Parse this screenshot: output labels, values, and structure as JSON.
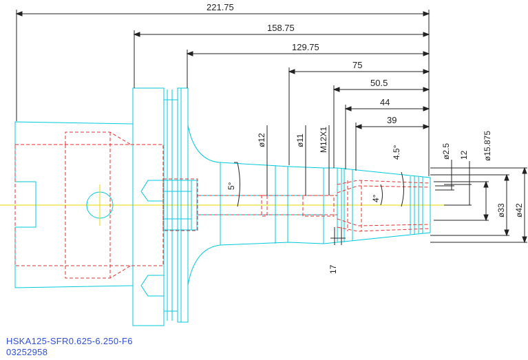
{
  "colors": {
    "outline": "#00c8dc",
    "hidden": "#e03030",
    "centerline": "#e6d800",
    "dimension": "#222222",
    "caption": "#2f4fd6"
  },
  "dimensions": {
    "d221": "221.75",
    "d158": "158.75",
    "d129": "129.75",
    "d75": "75",
    "d50": "50.5",
    "d44": "44",
    "d39": "39",
    "d17": "17"
  },
  "diameters": {
    "phi12": "ø12",
    "phi11": "ø11",
    "thread": "M12X1",
    "phi2_5": "ø2.5",
    "d12": "12",
    "phi15": "ø15.875",
    "phi33": "ø33",
    "phi42": "ø42"
  },
  "angles": {
    "a5": "5°",
    "a4_5": "4.5°",
    "a4": "4°"
  },
  "caption": {
    "part_number": "HSKA125-SFR0.625-6.250-F6",
    "id_number": "03252958"
  }
}
